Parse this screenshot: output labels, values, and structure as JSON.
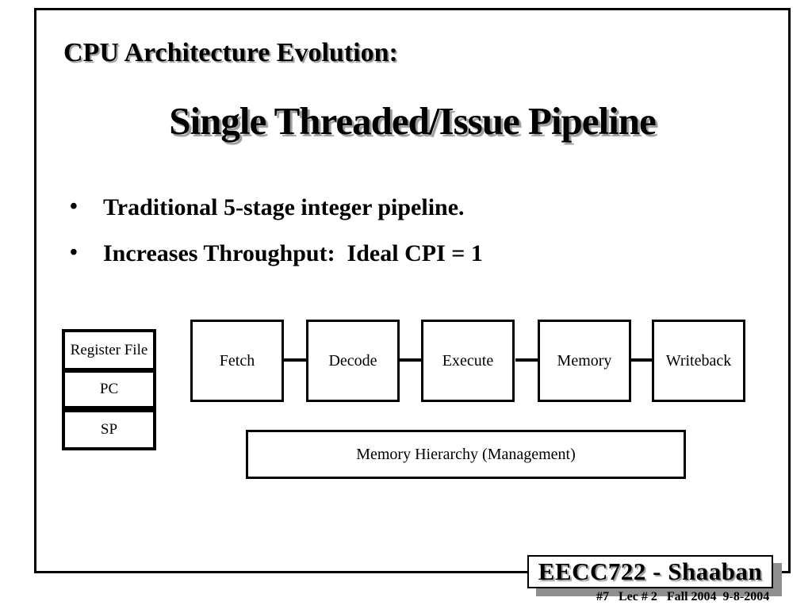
{
  "slide": {
    "kicker": "CPU Architecture Evolution:",
    "title": "Single Threaded/Issue Pipeline",
    "bullet_char": "•",
    "bullets": [
      "Traditional 5-stage integer pipeline.",
      "Increases Throughput:  Ideal CPI = 1"
    ]
  },
  "diagram": {
    "registers": {
      "register_file": "Register File",
      "pc": "PC",
      "sp": "SP"
    },
    "stages": [
      "Fetch",
      "Decode",
      "Execute",
      "Memory",
      "Writeback"
    ],
    "memory_hierarchy": "Memory Hierarchy (Management)"
  },
  "footer": {
    "badge": "EECC722 - Shaaban",
    "lecture_info": "#7   Lec # 2   Fall 2004  9-8-2004"
  },
  "colors": {
    "background": "#ffffff",
    "ink": "#000000",
    "shadow_gray": "#8f8f8f"
  }
}
